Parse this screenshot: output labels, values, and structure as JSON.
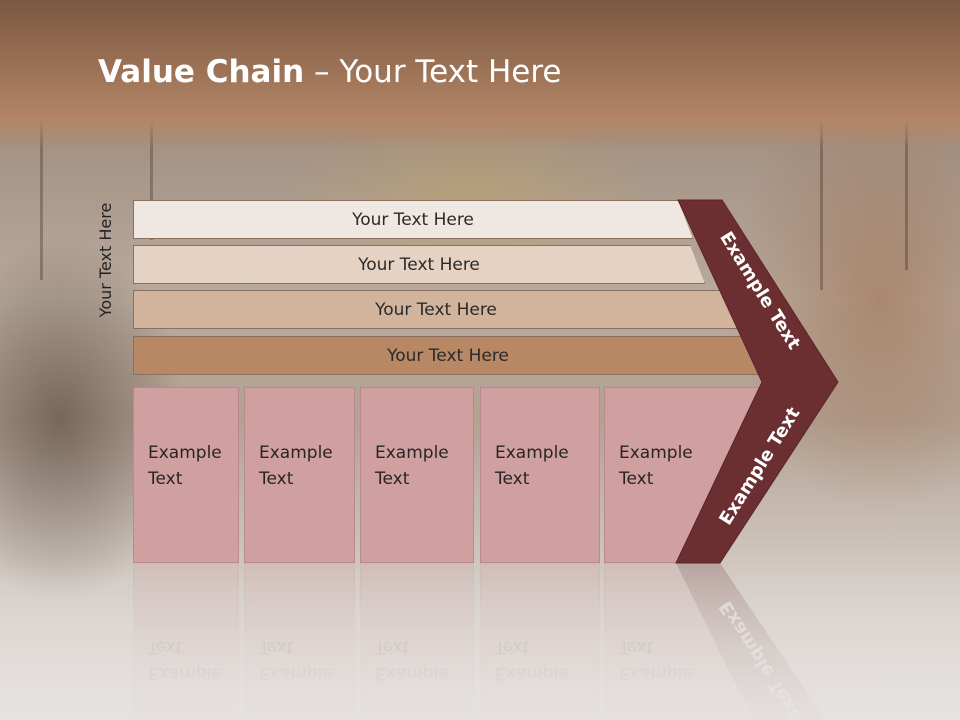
{
  "title": {
    "bold": "Value Chain",
    "rest": " – Your Text Here"
  },
  "side_label": "Your Text Here",
  "rows": [
    {
      "label": "Your Text Here",
      "color": "#efe7e1"
    },
    {
      "label": "Your Text Here",
      "color": "#e5d2c3"
    },
    {
      "label": "Your Text Here",
      "color": "#d2b39c"
    },
    {
      "label": "Your Text Here",
      "color": "#b88865"
    }
  ],
  "cells": [
    {
      "line1": "Example",
      "line2": "Text"
    },
    {
      "line1": "Example",
      "line2": "Text"
    },
    {
      "line1": "Example",
      "line2": "Text"
    },
    {
      "line1": "Example",
      "line2": "Text"
    },
    {
      "line1": "Example",
      "line2": "Text"
    }
  ],
  "chevron": {
    "upper_label": "Example Text",
    "lower_label": "Example Text",
    "color": "#6b2f31"
  },
  "colors": {
    "title_bar": "#a2775a",
    "cell_fill": "#d09fa0"
  }
}
